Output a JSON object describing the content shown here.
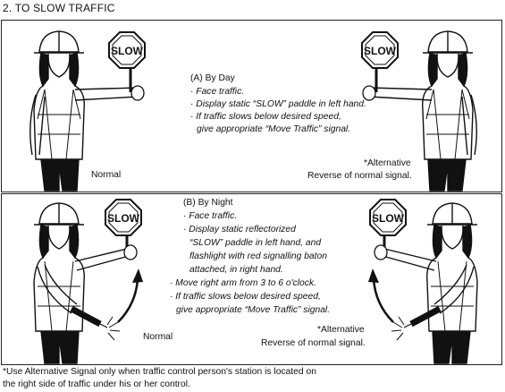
{
  "title": "2. TO SLOW TRAFFIC",
  "paddle_text": "SLOW",
  "day": {
    "heading": "(A) By Day",
    "bullets": [
      "· Face traffic.",
      "· Display static “SLOW” paddle in left hand.",
      "· If traffic slows below desired speed,",
      "give appropriate “Move Traffic” signal."
    ],
    "normal_label": "Normal",
    "alt_label": "*Alternative",
    "alt_sub": "Reverse of normal signal."
  },
  "night": {
    "heading": "(B) By Night",
    "bullets": [
      "· Face traffic.",
      "· Display static reflectorized",
      "“SLOW” paddle in left hand, and",
      "flashlight with red signalling baton",
      "attached, in right hand.",
      "· Move right arm from 3 to 6 o'clock.",
      "· If traffic slows below desired speed,",
      "give appropriate “Move Traffic” signal."
    ],
    "normal_label": "Normal",
    "alt_label": "*Alternative",
    "alt_sub": "Reverse of normal signal."
  },
  "footnote": [
    "*Use Alternative Signal only when traffic control person's station is located on",
    "the right side of traffic under his or her control."
  ]
}
